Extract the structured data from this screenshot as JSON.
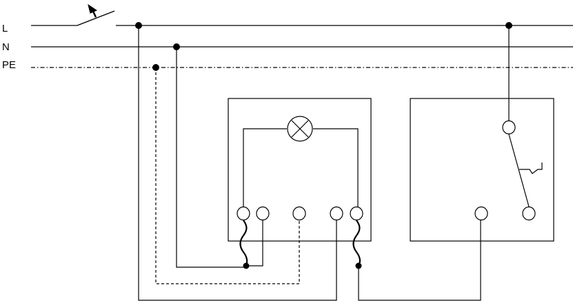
{
  "buses": [
    {
      "label": "L"
    },
    {
      "label": "N"
    },
    {
      "label": "PE"
    }
  ],
  "colors": {
    "line": "#000000",
    "background": "#ffffff"
  }
}
